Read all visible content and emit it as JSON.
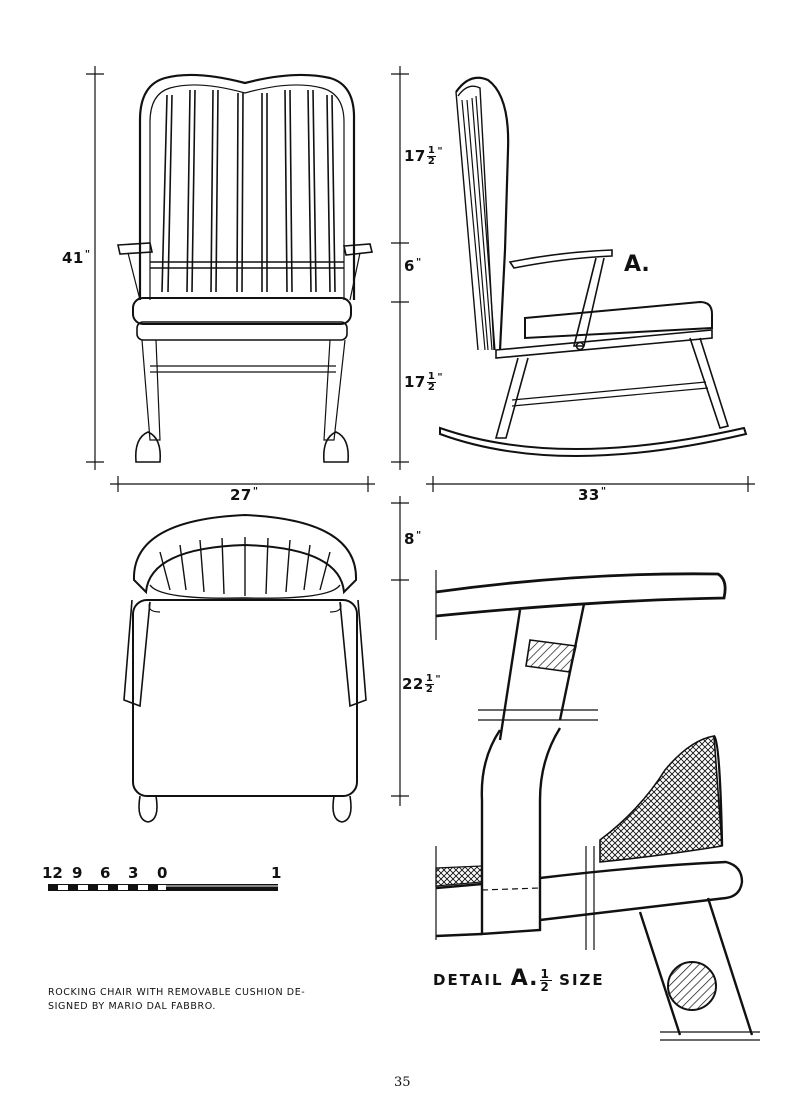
{
  "dimensions": {
    "height_total": "41",
    "back_upper_whole": "17",
    "arm_height": "6",
    "seat_height_whole": "17",
    "width": "27",
    "depth": "33",
    "top_depth_back": "8",
    "top_depth_seat_whole": "22",
    "fraction_num": "1",
    "fraction_den": "2",
    "inch_mark": "\""
  },
  "labels": {
    "section_marker": "A.",
    "detail_prefix": "DETAIL",
    "detail_letter": "A.",
    "detail_suffix": "SIZE"
  },
  "scale_bar": {
    "ticks": [
      "12",
      "9",
      "6",
      "3",
      "0",
      "1"
    ]
  },
  "caption": "ROCKING CHAIR WITH REMOVABLE CUSHION DE- SIGNED BY MARIO DAL FABBRO.",
  "page_number": "35"
}
